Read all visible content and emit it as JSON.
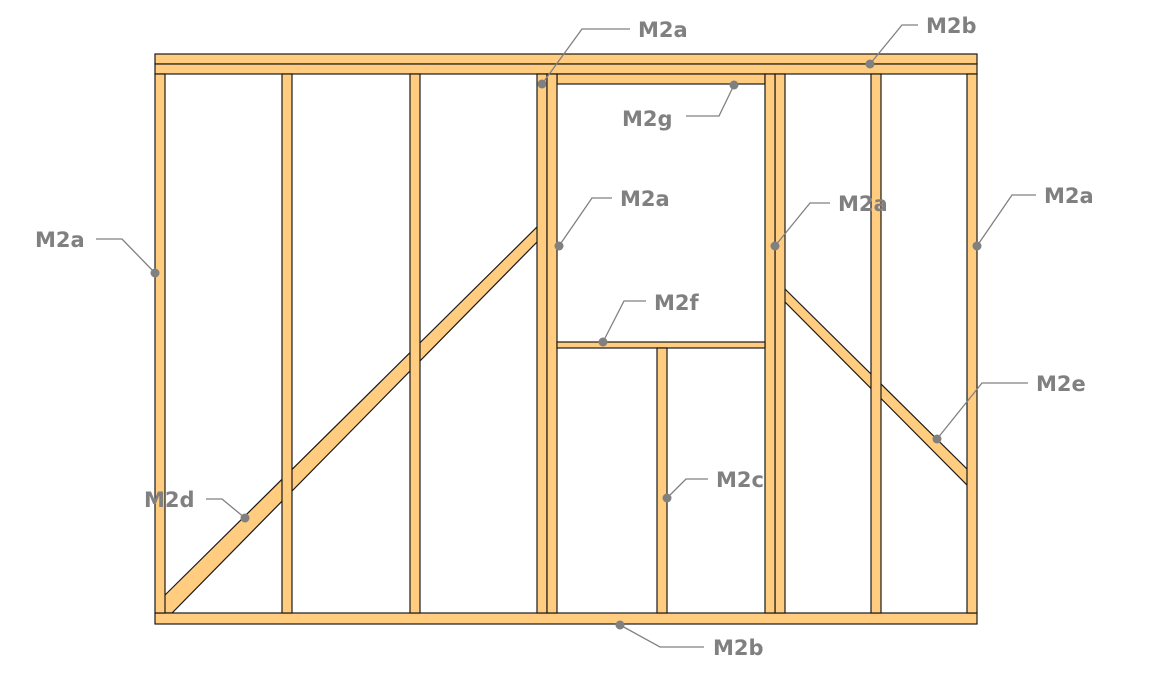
{
  "diagram": {
    "colors": {
      "lumber": "#FFCC80",
      "outline": "#1a1a1a",
      "callout": "#808080",
      "background": "#ffffff"
    },
    "labels": [
      {
        "id": "top-window-stud",
        "text": "M2a"
      },
      {
        "id": "top-plate",
        "text": "M2b"
      },
      {
        "id": "window-header",
        "text": "M2g"
      },
      {
        "id": "left-end-stud",
        "text": "M2a"
      },
      {
        "id": "left-window-stud",
        "text": "M2a"
      },
      {
        "id": "right-window-stud",
        "text": "M2a"
      },
      {
        "id": "right-end-stud",
        "text": "M2a"
      },
      {
        "id": "window-sill",
        "text": "M2f"
      },
      {
        "id": "right-brace",
        "text": "M2e"
      },
      {
        "id": "left-brace",
        "text": "M2d"
      },
      {
        "id": "cripple-stud",
        "text": "M2c"
      },
      {
        "id": "bottom-plate",
        "text": "M2b"
      }
    ]
  }
}
